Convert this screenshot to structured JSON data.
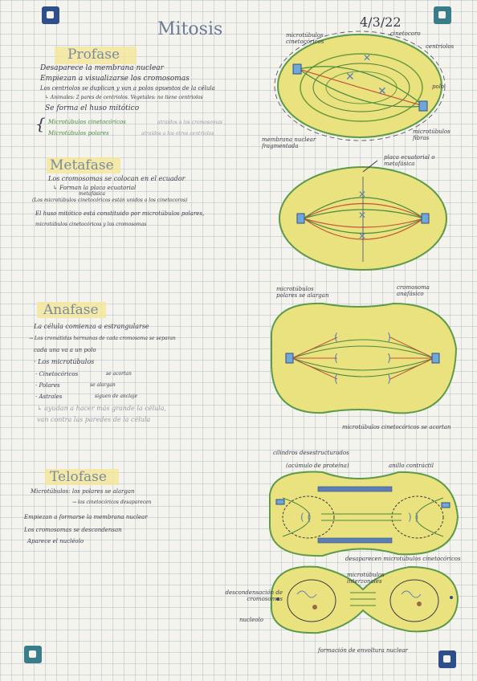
{
  "page": {
    "title": "Mitosis",
    "date": "4/3/22"
  },
  "colors": {
    "tab_blue": "#2e4f8a",
    "tab_teal": "#3a7d8a",
    "cytoplasm_yellow": "#e9e07a",
    "microtubule_green": "#4a8a42",
    "microtubule_red": "#c4553a",
    "chromosome_blue": "#5f7fb3",
    "centrosome_blue": "#6fa8d8"
  },
  "icons": [
    "bookmark-tab-icon"
  ],
  "profase": {
    "heading": "Profase",
    "lines": [
      "Desaparece la membrana nuclear",
      "Empiezan a visualizarse los cromosomas",
      "Los centriolos se duplican y van a polos opuestos de la célula",
      "↳ Animales: 2 pares de centriolos. Vegetales: no tiene centriolos",
      "Se forma el huso mitótico",
      "Microtúbulos cinetocóricos",
      "atraídos a los cromosomas",
      "Microtúbulos polares",
      "atraídos a los otros centriolos"
    ],
    "diagram_labels": {
      "microtubulos_cinetocoricos": "microtúbulos cinetocóricos",
      "cinetocoro": "cinetocoro",
      "centriolos": "centriolos",
      "polo": "polo",
      "membrana_nuclear": "membrana nuclear fragmentada",
      "microtubulos_fibras": "microtúbulos fibras"
    }
  },
  "metafase": {
    "heading": "Metafase",
    "lines": [
      "Los cromosomas se colocan en el ecuador",
      "↳ Forman la placa ecuatorial",
      "metafásica",
      "(Los microtúbulos cinetocóricos están unidos a los cinetocoros)",
      "El huso mitótico está constituido por microtúbulos polares,",
      "microtúbulos cinetocóricos y los cromosomas"
    ],
    "diagram_labels": {
      "placa": "placa ecuatorial o metafásica"
    }
  },
  "anafase": {
    "heading": "Anafase",
    "lines": [
      "La célula comienza a estrangularse",
      "→ Los cromátidas hermanas de cada cromosoma se separan",
      "cada una va a un polo",
      "· Los microtúbulos",
      "· Cinetocóricos",
      "se acortan",
      "· Polares",
      "se alargan",
      "· Astrales",
      "siguen de anclaje",
      "↳ ayudan a hacer más grande la célula,",
      "van contra las paredes de la célula"
    ],
    "diagram_labels": {
      "microtubulos_polares": "microtúbulos polares se alargan",
      "cromosoma": "cromosoma anafásico",
      "cinetocoricos": "microtúbulos cinetocóricos se acortan"
    }
  },
  "telofase": {
    "heading": "Telofase",
    "lines": [
      "Microtúbulos: los polares se alargan",
      "→ los cinetocóricos desaparecen",
      "Empiezan a formarse la membrana nuclear",
      "Los cromosomas se descondensan",
      "Aparece el nucléolo"
    ],
    "diagram_labels": {
      "cilindros": "cilindros desestructurados",
      "acumulo": "(acúmulo de proteína)",
      "anillo": "anillo contráctil",
      "desaparecen": "desaparecen microtúbulos cinetocóricos",
      "microtubulos_interzonales": "microtúbulos interzonales",
      "descondensacion": "descondensación de cromosomas",
      "nucleolo": "nucleolo",
      "formacion": "formación de envoltura nuclear"
    }
  }
}
